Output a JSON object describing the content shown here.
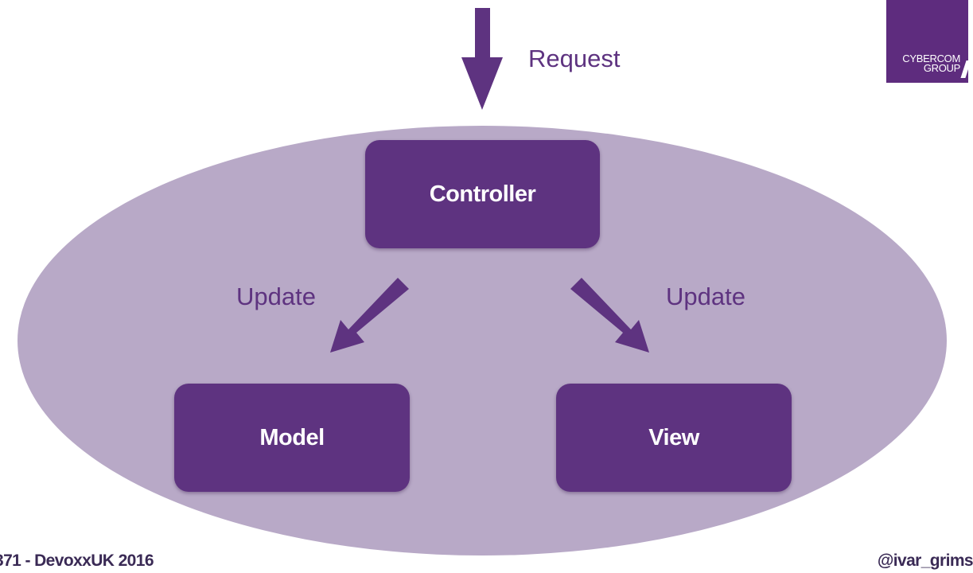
{
  "diagram": {
    "request_label": "Request",
    "update_left_label": "Update",
    "update_right_label": "Update",
    "controller_label": "Controller",
    "model_label": "Model",
    "view_label": "View"
  },
  "logo": {
    "line1": "CYBERCOM",
    "line2": "GROUP"
  },
  "footer": {
    "left_text": "371 - DevoxxUK 2016",
    "right_text": "@ivar_grims"
  },
  "colors": {
    "accent": "#5e3380",
    "ellipse": "#b8a9c7",
    "logo_bg": "#5e2c7e",
    "footer_text": "#3a2a55"
  }
}
